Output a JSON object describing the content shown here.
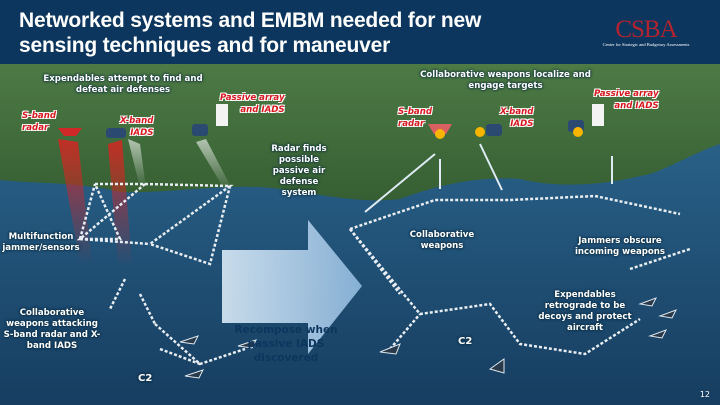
{
  "header": {
    "title_line1": "Networked systems and EMBM needed for new",
    "title_line2": "sensing techniques and for maneuver",
    "logo_text": "CSBA",
    "logo_subtitle": "Center for Strategic and Budgetary Assessments"
  },
  "left_scenario": {
    "caption": "Expendables attempt to find and defeat air defenses",
    "s_band": [
      "S-band",
      "radar"
    ],
    "x_band": [
      "X-band",
      "IADS"
    ],
    "passive": [
      "Passive array",
      "and IADS"
    ],
    "radar_finds": "Radar finds possible passive air defense system",
    "jammers": "Multifunction jammer/sensors",
    "collab": "Collaborative weapons attacking S-band radar and X-band IADS",
    "c2": "C2"
  },
  "transition": {
    "label": "Recompose when passive IADS discovered"
  },
  "right_scenario": {
    "caption": "Collaborative weapons localize and engage targets",
    "s_band": [
      "S-band",
      "radar"
    ],
    "x_band": [
      "X-band",
      "IADS"
    ],
    "passive": [
      "Passive array",
      "and IADS"
    ],
    "collab": "Collaborative weapons",
    "jammers": "Jammers obscure incoming weapons",
    "expendables": "Expendables retrograde to be decoys and protect aircraft",
    "c2": "C2"
  },
  "page_number": "12",
  "colors": {
    "header": "#0c365e",
    "threat_red": "#d8171f",
    "land": "#3c6a3a",
    "sea": "#1d4f78"
  }
}
